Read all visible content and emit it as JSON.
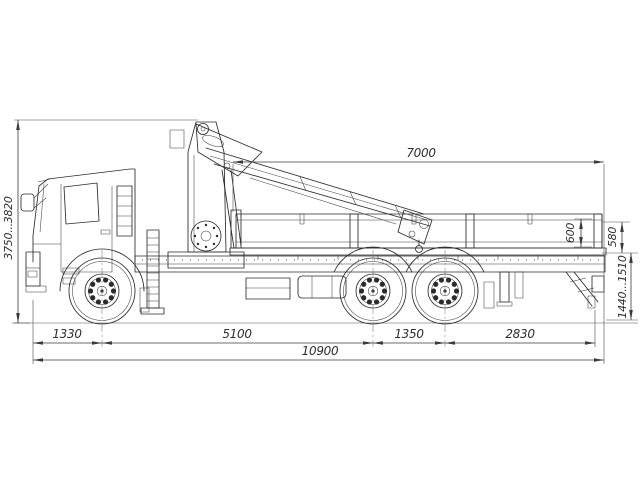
{
  "drawing": {
    "type": "truck-crane side view technical drawing",
    "colors": {
      "line": "#2b2b2b",
      "dimension": "#3a3a3a",
      "background": "#ffffff"
    },
    "dims": {
      "overall_height": "3750...3820",
      "platform_length": "7000",
      "side_board_height": "600",
      "rear_board_height": "580",
      "loading_height": "1440...1510",
      "front_overhang": "1330",
      "wheelbase": "5100",
      "rear_bogie_spacing": "1350",
      "rear_overhang": "2830",
      "overall_length": "10900"
    }
  }
}
